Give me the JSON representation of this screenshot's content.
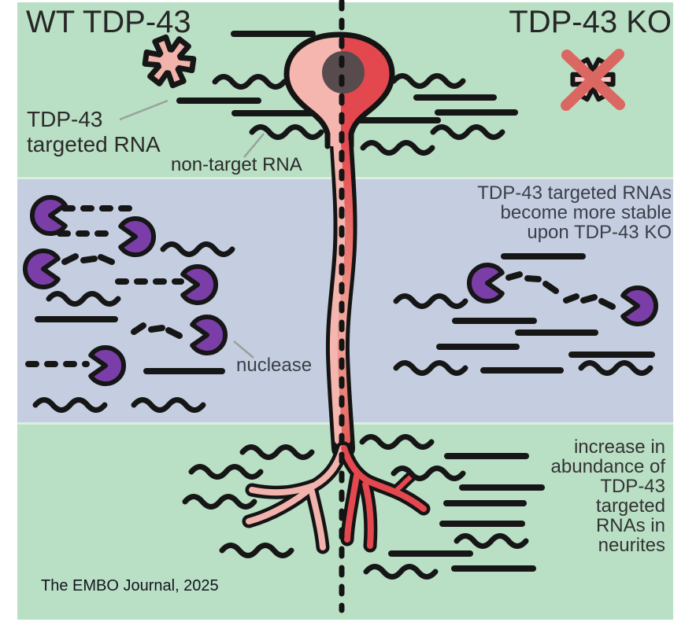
{
  "figure": {
    "type": "scientific-diagram",
    "subject": "TDP-43 regulation of RNA stability in neurons",
    "credit": "The EMBO Journal, 2025"
  },
  "panels": {
    "wt": {
      "title": "WT TDP-43"
    },
    "ko": {
      "title": "TDP-43 KO"
    }
  },
  "labels": {
    "tdp43_targeted_rna": {
      "line1": "TDP-43",
      "line2": "targeted RNA"
    },
    "non_target_rna": "non-target RNA",
    "nuclease": "nuclease"
  },
  "notes": {
    "stability": {
      "lines": [
        "TDP-43 targeted RNAs",
        "become more stable",
        "upon TDP-43 KO"
      ]
    },
    "neurites": {
      "lines": [
        "increase in",
        "abundance of",
        "TDP-43",
        "targeted",
        "RNAs in",
        "neurites"
      ]
    }
  },
  "icons": {
    "tdp43_protein": "six-arm-asterisk-star",
    "ko_cross": "red-x-over-star",
    "nuclease": "pacman-wedge-circle",
    "targeted_rna": "straight-line",
    "non_target_rna": "wavy-line",
    "degraded_rna": "dashed-line",
    "neuron": "neuron-soma-axon-neurites",
    "midline": "vertical-dashed-divider"
  },
  "colors": {
    "band_green": "#b9dfc5",
    "band_blue": "#c5cee1",
    "neuron_pink": "#f4b6ae",
    "neuron_red": "#e4484f",
    "nucleus_gray": "#574b4e",
    "nuclease_purple": "#7b3ea8",
    "ko_cross_red": "#db6762",
    "outline_black": "#161616",
    "text_dark": "#2b2b2b"
  }
}
